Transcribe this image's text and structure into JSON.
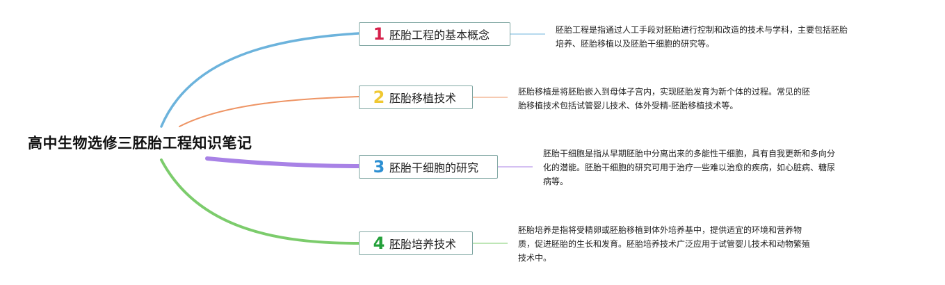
{
  "root": {
    "title": "高中生物选修三胚胎工程知识笔记"
  },
  "topics": [
    {
      "number": "1",
      "label": "胚胎工程的基本概念",
      "number_color": "#d6204a",
      "branch_color": "#6cb3dc",
      "lines": [
        "胚胎工程是指通过人工手段对胚胎进行控制和改造的技术与学科，主要包括胚胎",
        "培养、胚胎移植以及胚胎干细胞的研究等。"
      ]
    },
    {
      "number": "2",
      "label": "胚胎移植技术",
      "number_color": "#f0c832",
      "branch_color": "#ee9464",
      "lines": [
        "胚胎移植是将胚胎嵌入到母体子宫内，实现胚胎发育为新个体的过程。常见的胚",
        "胎移植技术包括试管婴儿技术、体外受精-胚胎移植技术等。"
      ]
    },
    {
      "number": "3",
      "label": "胚胎干细胞的研究",
      "number_color": "#2c8fd2",
      "branch_color": "#a882e6",
      "lines": [
        "胚胎干细胞是指从早期胚胎中分离出来的多能性干细胞，具有自我更新和多向分",
        "化的潜能。胚胎干细胞的研究可用于治疗一些难以治愈的疾病，如心脏病、糖尿",
        "病等。"
      ]
    },
    {
      "number": "4",
      "label": "胚胎培养技术",
      "number_color": "#23a03a",
      "branch_color": "#7ccc6c",
      "lines": [
        "胚胎培养是指将受精卵或胚胎移植到体外培养基中，提供适宜的环境和营养物",
        "质，促进胚胎的生长和发育。胚胎培养技术广泛应用于试管婴儿技术和动物繁殖",
        "技术中。"
      ]
    }
  ]
}
